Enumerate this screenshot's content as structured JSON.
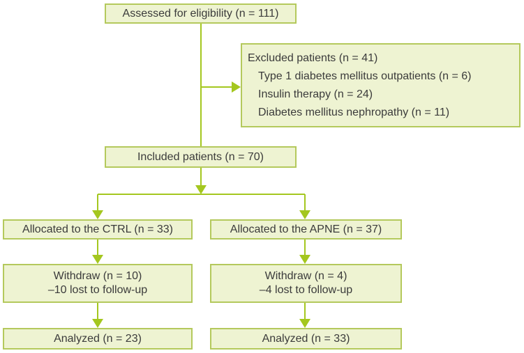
{
  "colors": {
    "background": "#ffffff",
    "box_fill": "#eef3d2",
    "box_border": "#b4c95c",
    "arrow": "#a4c71f",
    "text": "#3b3b3b"
  },
  "nodes": {
    "assessed": {
      "label": "Assessed for eligibility (n = 111)"
    },
    "excluded": {
      "title": "Excluded patients (n = 41)",
      "items": [
        "Type 1 diabetes mellitus outpatients (n = 6)",
        "Insulin therapy (n = 24)",
        "Diabetes mellitus nephropathy (n = 11)"
      ]
    },
    "included": {
      "label": "Included patients (n = 70)"
    },
    "allocated_ctrl": {
      "label": "Allocated to the CTRL (n = 33)"
    },
    "allocated_apne": {
      "label": "Allocated to the APNE (n = 37)"
    },
    "withdraw_ctrl": {
      "line1": "Withdraw (n = 10)",
      "line2": "–10 lost to follow-up"
    },
    "withdraw_apne": {
      "line1": "Withdraw (n = 4)",
      "line2": "–4 lost to follow-up"
    },
    "analyzed_ctrl": {
      "label": "Analyzed (n = 23)"
    },
    "analyzed_apne": {
      "label": "Analyzed (n = 33)"
    }
  }
}
